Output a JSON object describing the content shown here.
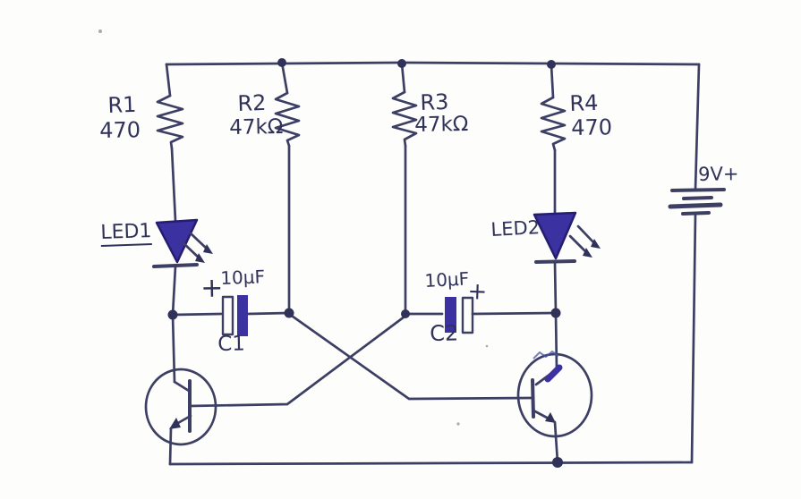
{
  "meta": {
    "description": "Hand-drawn schematic of a two-transistor astable multivibrator LED flasher circuit powered by a 9V battery"
  },
  "colors": {
    "ink": "#3c3f63",
    "ink_dark": "#30325a",
    "led_fill": "#3b31a0",
    "led_stroke": "#241d70",
    "paper": "#fdfdfb",
    "speck": "#a9a9b4"
  },
  "symbols": {
    "left_transistor": "npn-transistor",
    "right_transistor": "npn-transistor",
    "led_style": "filled-triangle-diode-with-light-arrows",
    "capacitor_style": "polarized-electrolytic",
    "battery_style": "multi-cell-battery"
  },
  "resistors": [
    {
      "ref": "R1",
      "value": "470"
    },
    {
      "ref": "R2",
      "value": "47kΩ"
    },
    {
      "ref": "R3",
      "value": "47kΩ"
    },
    {
      "ref": "R4",
      "value": "470"
    }
  ],
  "capacitors": [
    {
      "ref": "C1",
      "value": "10µF",
      "polarity": "+"
    },
    {
      "ref": "C2",
      "value": "10µF",
      "polarity": "+"
    }
  ],
  "leds": [
    {
      "ref": "LED1"
    },
    {
      "ref": "LED2"
    }
  ],
  "battery": {
    "label": "9V+"
  }
}
